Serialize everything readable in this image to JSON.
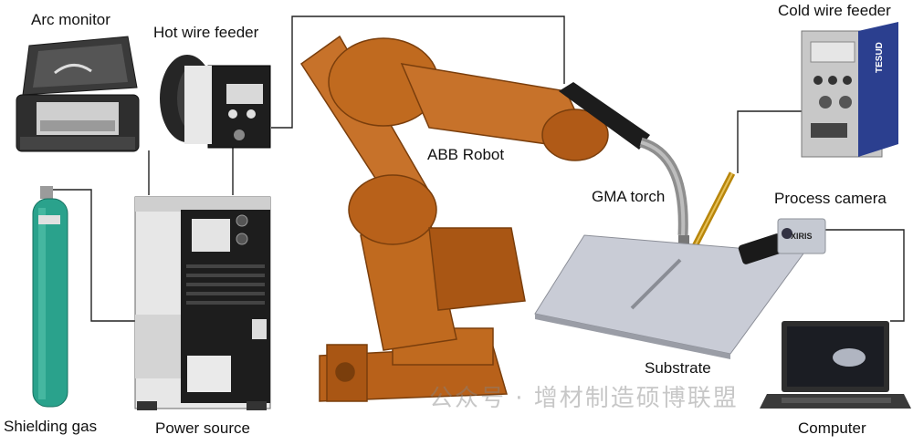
{
  "labels": {
    "arc_monitor": "Arc monitor",
    "hot_wire_feeder": "Hot wire feeder",
    "cold_wire_feeder": "Cold wire feeder",
    "abb_robot": "ABB Robot",
    "gma_torch": "GMA torch",
    "process_camera": "Process camera",
    "shielding_gas": "Shielding gas",
    "power_source": "Power source",
    "substrate": "Substrate",
    "computer": "Computer"
  },
  "device_text": {
    "cold_feeder_brand": "TESUD",
    "camera_brand": "XIRIS"
  },
  "watermark": "公众号 · 增材制造硕博联盟",
  "colors": {
    "robot": "#c06a1f",
    "robot_dark": "#7a3e0c",
    "gas_cylinder": "#2aa28c",
    "cold_feeder": "#2b3f8f",
    "substrate": "#c9ccd6",
    "connector_line": "#222222"
  }
}
